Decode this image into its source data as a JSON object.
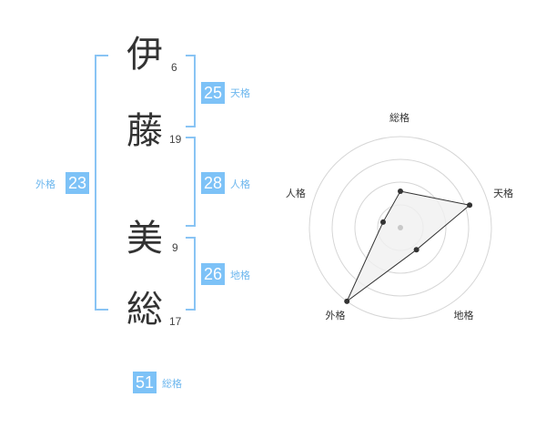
{
  "name_chars": [
    {
      "char": "伊",
      "strokes": "6"
    },
    {
      "char": "藤",
      "strokes": "19"
    },
    {
      "char": "美",
      "strokes": "9"
    },
    {
      "char": "総",
      "strokes": "17"
    }
  ],
  "scores": {
    "tenkaku": {
      "value": "25",
      "label": "天格"
    },
    "jinkaku": {
      "value": "28",
      "label": "人格"
    },
    "chikaku": {
      "value": "26",
      "label": "地格"
    },
    "gaikaku": {
      "value": "23",
      "label": "外格"
    },
    "soukaku": {
      "value": "51",
      "label": "総格"
    }
  },
  "chart_data": {
    "type": "radar",
    "axes": [
      "総格",
      "天格",
      "地格",
      "外格",
      "人格"
    ],
    "values": [
      2,
      4,
      1.5,
      5,
      1
    ],
    "rmax": 5,
    "rings": 4,
    "fill_color": "#f0f0f0",
    "line_color": "#333333",
    "grid_color": "#d6d6d6"
  }
}
